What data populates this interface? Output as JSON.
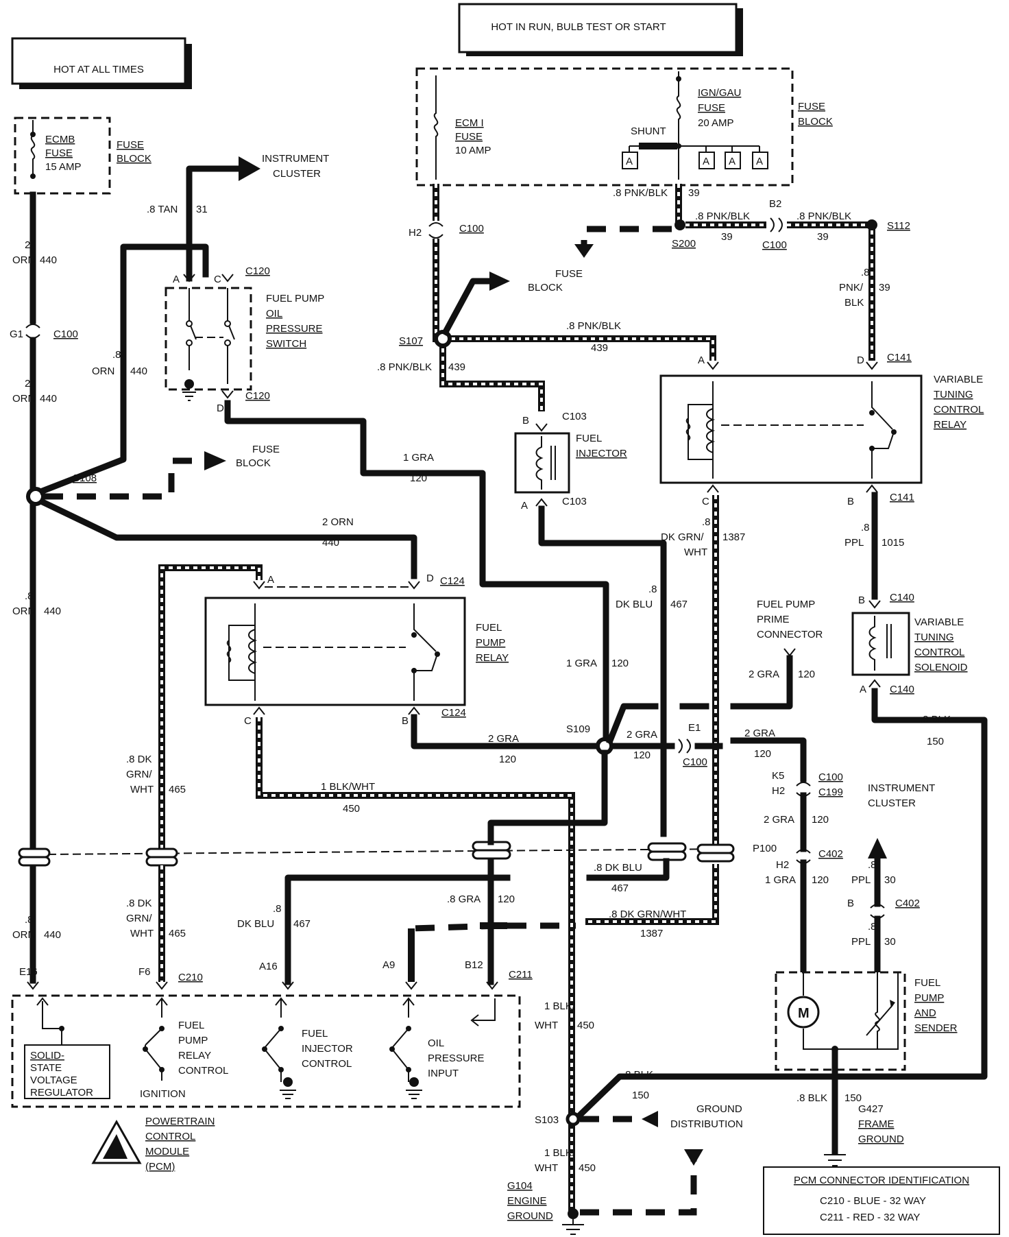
{
  "headers": {
    "hot_at_all_times": "HOT AT ALL TIMES",
    "hot_in_run": "HOT IN RUN, BULB TEST OR START"
  },
  "fuse_block_left": {
    "fuse_name": "ECMB",
    "fuse_word": "FUSE",
    "fuse_rating": "15 AMP",
    "label_line1": "FUSE",
    "label_line2": "BLOCK"
  },
  "fuse_block_top": {
    "ecm_name": "ECM I",
    "ecm_word": "FUSE",
    "ecm_rating": "10 AMP",
    "shunt": "SHUNT",
    "ign_name": "IGN/GAU",
    "ign_word": "FUSE",
    "ign_rating": "20 AMP",
    "label_line1": "FUSE",
    "label_line2": "BLOCK",
    "pin_a": "A"
  },
  "components": {
    "oil_switch": [
      "FUEL PUMP",
      "OIL",
      "PRESSURE",
      "SWITCH"
    ],
    "fuel_injector": [
      "FUEL",
      "INJECTOR"
    ],
    "vtc_relay": [
      "VARIABLE",
      "TUNING",
      "CONTROL",
      "RELAY"
    ],
    "fuel_pump_relay": [
      "FUEL",
      "PUMP",
      "RELAY"
    ],
    "vtc_solenoid": [
      "VARIABLE",
      "TUNING",
      "CONTROL",
      "SOLENOID"
    ],
    "prime_connector": [
      "FUEL PUMP",
      "PRIME",
      "CONNECTOR"
    ],
    "fuel_pump_sender": [
      "FUEL",
      "PUMP",
      "AND",
      "SENDER"
    ],
    "motor": "M",
    "pcm": [
      "POWERTRAIN",
      "CONTROL",
      "MODULE",
      "(PCM)"
    ],
    "ground_g427": [
      "G427",
      "FRAME",
      "GROUND"
    ],
    "ground_g104": [
      "G104",
      "ENGINE",
      "GROUND"
    ],
    "ground_distribution": [
      "GROUND",
      "DISTRIBUTION"
    ]
  },
  "arrows": {
    "instrument_cluster_top": [
      "INSTRUMENT",
      "CLUSTER"
    ],
    "fuse_block_mid": [
      "FUSE",
      "BLOCK"
    ],
    "fuse_block_left": [
      "FUSE",
      "BLOCK"
    ],
    "instrument_cluster_right": [
      "INSTRUMENT",
      "CLUSTER"
    ]
  },
  "pcm_internal": {
    "regulator": [
      "SOLID-",
      "STATE",
      "VOLTAGE",
      "REGULATOR"
    ],
    "relay_control": [
      "FUEL",
      "PUMP",
      "RELAY",
      "CONTROL"
    ],
    "ignition": "IGNITION",
    "injector_control": [
      "FUEL",
      "INJECTOR",
      "CONTROL"
    ],
    "oil_input": [
      "OIL",
      "PRESSURE",
      "INPUT"
    ]
  },
  "pcm_id": {
    "title": "PCM CONNECTOR IDENTIFICATION",
    "line1": "C210 -  BLUE   - 32 WAY",
    "line2": "C211 -  RED    - 32 WAY"
  },
  "connectors": {
    "c100": "C100",
    "c120": "C120",
    "c124": "C124",
    "c103": "C103",
    "c141": "C141",
    "c140": "C140",
    "c199": "C199",
    "c402": "C402",
    "c210": "C210",
    "c211": "C211",
    "p100": "P100",
    "s107": "S107",
    "s108": "S108",
    "s109": "S109",
    "s112": "S112",
    "s200": "S200",
    "s103": "S103",
    "g1": "G1",
    "h2": "H2",
    "b2": "B2",
    "e1": "E1",
    "k5": "K5",
    "e16": "E16",
    "f6": "F6",
    "a16": "A16",
    "a9": "A9",
    "b12": "B12",
    "pin_a": "A",
    "pin_b": "B",
    "pin_c": "C",
    "pin_d": "D"
  },
  "wires": {
    "w2orn": "2",
    "orn": "ORN",
    "c440": "440",
    "w8": ".8",
    "orn440": "440",
    "tan": ".8 TAN",
    "c31": "31",
    "gra1": "1 GRA",
    "c120n": "120",
    "orn2": "2 ORN",
    "c440b": "440",
    "pnkblk": ".8 PNK/BLK",
    "c39": "39",
    "c439": "439",
    "pnk": "PNK/",
    "blk": "BLK",
    "dkgrn": "DK GRN/",
    "wht": "WHT",
    "c1387": "1387",
    "ppl": "PPL",
    "c1015": "1015",
    "dkblu": "DK BLU",
    "c467": "467",
    "gra2": "2 GRA",
    "blk8": ".8 BLK",
    "c150": "150",
    "blkwht1": "1 BLK/WHT",
    "c450": "450",
    "dk": ".8 DK",
    "grn": "GRN/",
    "c465": "465",
    "dkblu8": ".8 DK BLU",
    "gra8": ".8 GRA",
    "dkgrnwht": ".8 DK GRN/WHT",
    "blkw": "1 BLK/",
    "c30": "30",
    "blk8b": ".8 BLK"
  }
}
